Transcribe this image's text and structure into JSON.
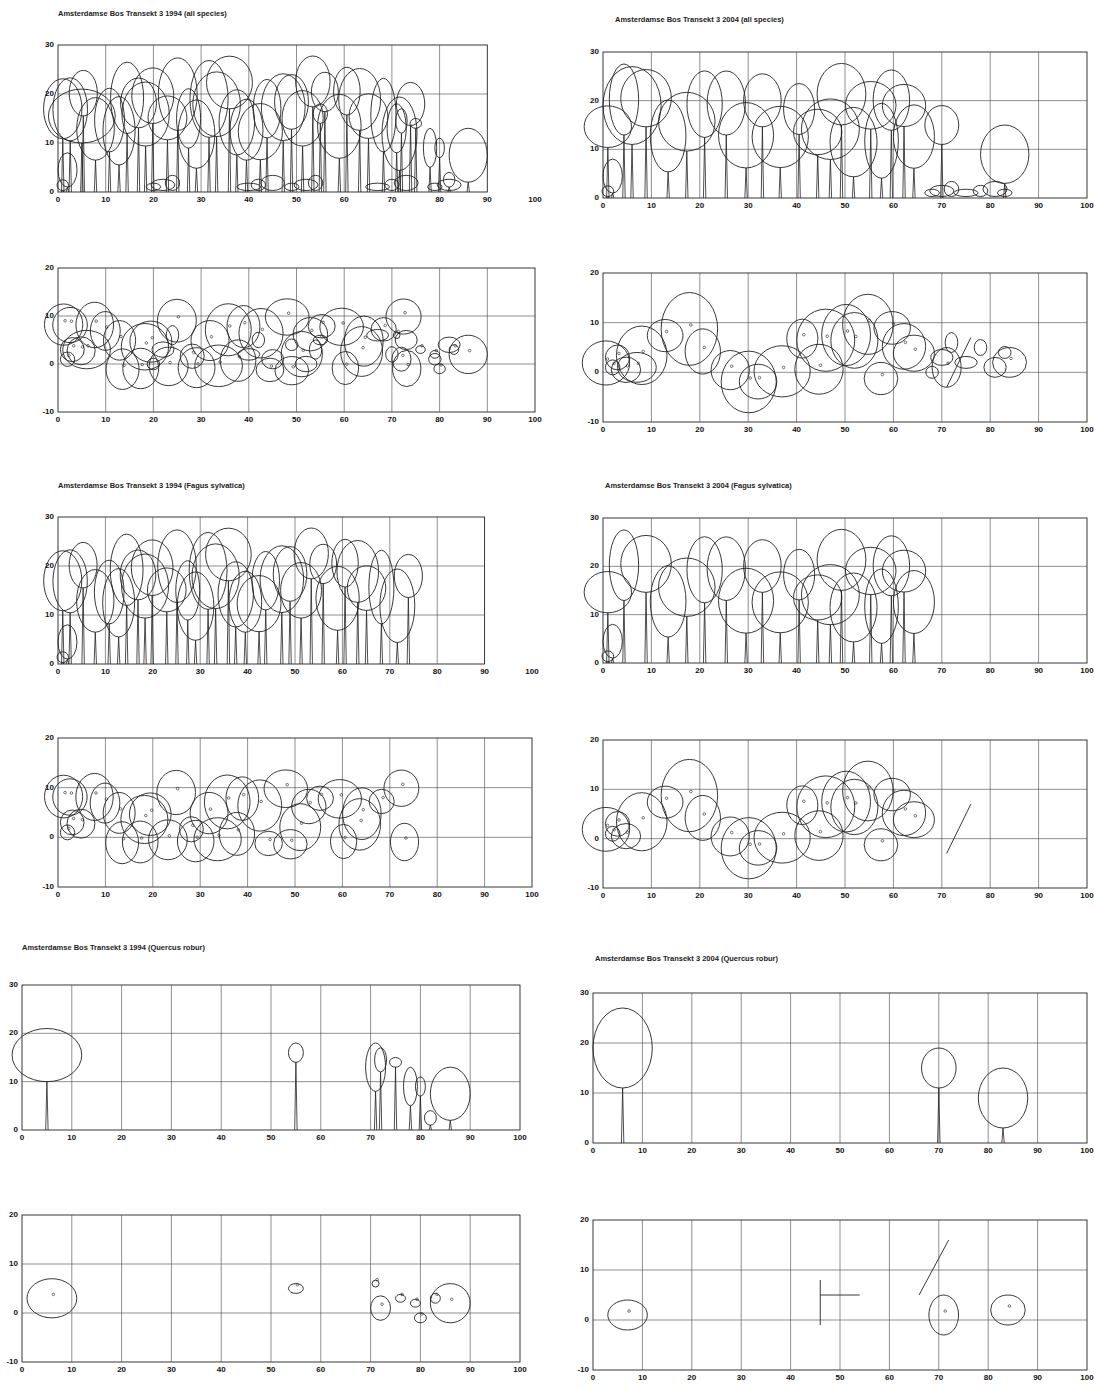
{
  "diagram": {
    "labels": [
      "Amsterdamse Bos Transekt 3 1994 (all species)",
      "30",
      "20",
      "10",
      "0",
      "0",
      "10",
      "20",
      "30",
      "40",
      "50",
      "60",
      "70",
      "80",
      "90",
      "100",
      "20",
      "10",
      "0",
      "-10",
      "0",
      "10",
      "20",
      "30",
      "40",
      "50",
      "60",
      "70",
      "80",
      "90",
      "100",
      "Amsterdamse Bos Transekt 3 2004 (all species)",
      "30",
      "20",
      "10",
      "0",
      "0",
      "10",
      "20",
      "30",
      "40",
      "50",
      "60",
      "70",
      "80",
      "90",
      "100",
      "20",
      "10",
      "0",
      "-10",
      "0",
      "10",
      "20",
      "30",
      "40",
      "50",
      "60",
      "70",
      "80",
      "90",
      "100",
      "Amsterdamse Bos Transekt 3 1994 (Fagus sylvatica)",
      "30",
      "20",
      "10",
      "0",
      "0",
      "10",
      "20",
      "30",
      "40",
      "50",
      "60",
      "70",
      "80",
      "90",
      "100",
      "20",
      "10",
      "0",
      "-10",
      "0",
      "10",
      "20",
      "30",
      "40",
      "50",
      "60",
      "70",
      "80",
      "90",
      "100",
      "Amsterdamse Bos Transekt 3 2004 (Fagus sylvatica)",
      "30",
      "20",
      "10",
      "0",
      "0",
      "10",
      "20",
      "30",
      "40",
      "50",
      "60",
      "70",
      "80",
      "90",
      "100",
      "20",
      "10",
      "0",
      "-10",
      "0",
      "10",
      "20",
      "30",
      "40",
      "50",
      "60",
      "70",
      "80",
      "90",
      "100",
      "Amsterdamse Bos Transekt 3 1994 (Quercus robur)",
      "30",
      "20",
      "10",
      "0",
      "0",
      "10",
      "20",
      "30",
      "40",
      "50",
      "60",
      "70",
      "80",
      "90",
      "100",
      "20",
      "10",
      "0",
      "-10",
      "0",
      "10",
      "20",
      "30",
      "40",
      "50",
      "60",
      "70",
      "80",
      "90",
      "100",
      "Amsterdamse Bos Transekt 3 2004 (Quercus robur)",
      "30",
      "20",
      "10",
      "0",
      "0",
      "10",
      "20",
      "30",
      "40",
      "50",
      "60",
      "70",
      "80",
      "90",
      "100",
      "20",
      "10",
      "0",
      "-10",
      "0",
      "10",
      "20",
      "30",
      "40",
      "50",
      "60",
      "70",
      "80",
      "90",
      "100"
    ]
  }
}
